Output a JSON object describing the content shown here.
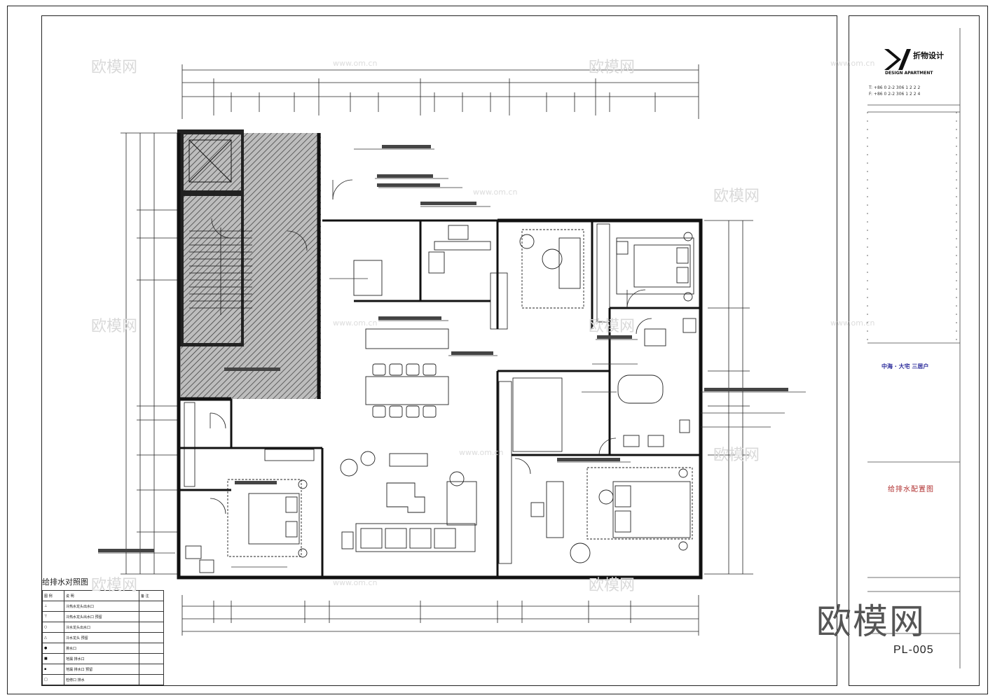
{
  "title_block": {
    "brand_cn": "折物设计",
    "brand_en": "DESIGN APARTMENT",
    "contact_lines": [
      "T: +86 0 2-2 306 1 2 2 2",
      "F: +86 0 2-2 306 1 2 2 4"
    ],
    "project_name": "中海 · 大宅 三居户",
    "drawing_name": "给排水配置图",
    "sheet_number": "PL-005"
  },
  "legend": {
    "title": "给排水对照图",
    "headers": [
      "图 例",
      "说 明",
      "备 注"
    ],
    "rows": [
      {
        "symbol": "⊥",
        "text": "冷热水龙头出水口"
      },
      {
        "symbol": "⊤",
        "text": "冷热水龙头出水口 预留"
      },
      {
        "symbol": "○",
        "text": "冷水龙头出水口"
      },
      {
        "symbol": "△",
        "text": "冷水龙头 预留"
      },
      {
        "symbol": "●",
        "text": "排水口"
      },
      {
        "symbol": "■",
        "text": "地漏 排水口"
      },
      {
        "symbol": "▪",
        "text": "地漏 排水口 预留"
      },
      {
        "symbol": "□",
        "text": "检修口 排水"
      }
    ]
  },
  "watermarks": {
    "big": "欧模网",
    "small": "欧模网",
    "url": "www.om.cn"
  }
}
